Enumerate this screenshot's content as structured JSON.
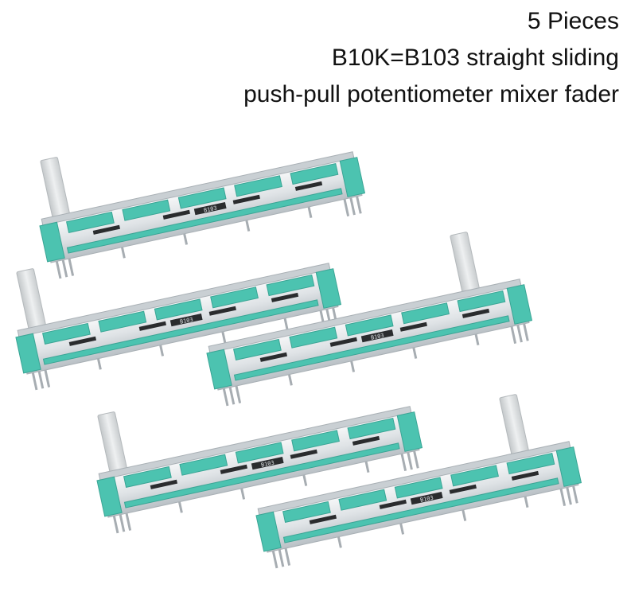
{
  "caption": {
    "line1": "5 Pieces",
    "line2": "B10K=B103 straight sliding",
    "line3": "push-pull potentiometer mixer fader"
  },
  "photo": {
    "subject": "fader",
    "count": 5,
    "marking": "B103",
    "colors": {
      "housing": "#e8ecee",
      "rail": "#c9cfd3",
      "insulator": "#4cc3b0",
      "insulator_dark": "#3aa595",
      "slot": "#2a2c2e",
      "lever": "#d9dcdd",
      "pins": "#a7adb2"
    }
  }
}
